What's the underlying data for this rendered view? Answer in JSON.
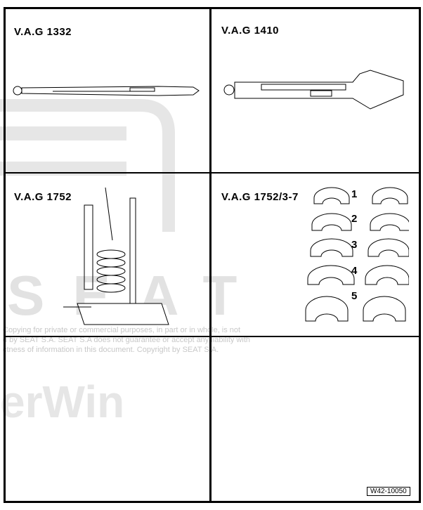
{
  "cells": [
    {
      "label": "V.A.G 1332"
    },
    {
      "label": "V.A.G 1410"
    },
    {
      "label": "V.A.G 1752"
    },
    {
      "label": "V.A.G 1752/3-7",
      "parts": [
        "1",
        "2",
        "3",
        "4",
        "5"
      ]
    }
  ],
  "watermark": {
    "lines": [
      "Copying for private or commercial purposes, in part or in whole, is not",
      "d by SEAT S.A. SEAT S.A does not guarantee or accept any liability with",
      "ctness of information in this document. Copyright by SEAT S.A."
    ],
    "logo_text": "SEAT",
    "brand_text": "erWin"
  },
  "figure_code": "W42-10050"
}
